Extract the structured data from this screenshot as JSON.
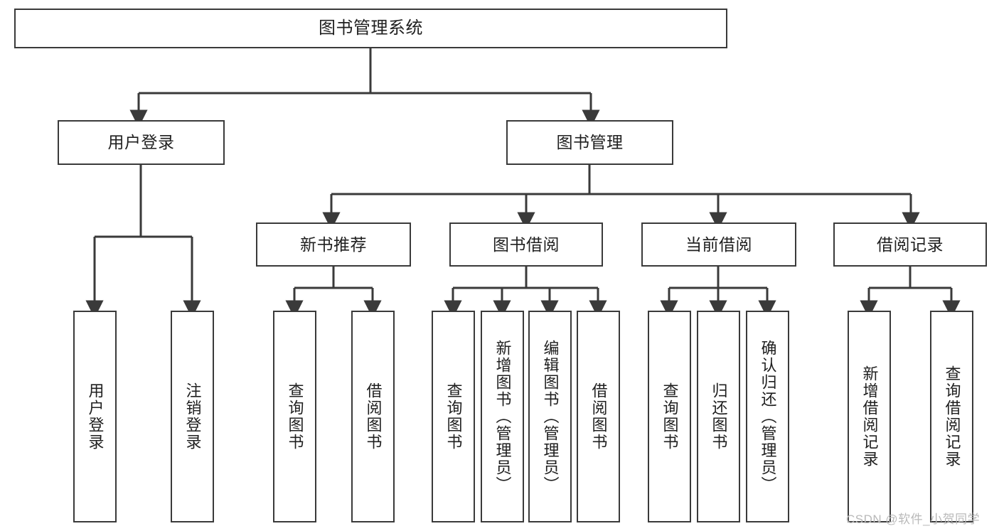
{
  "diagram": {
    "title": "图书管理系统",
    "watermark": "CSDN @软件_小贺同学",
    "colors": {
      "box_border": "#3a3a3a",
      "box_fill": "#ffffff",
      "edge": "#3a3a3a",
      "text": "#1f1f1f",
      "watermark": "#b9b9b9"
    },
    "nodes": {
      "root": "图书管理系统",
      "level2": {
        "user_login": "用户登录",
        "book_manage": "图书管理"
      },
      "level3": {
        "new_book_recommend": "新书推荐",
        "book_borrow": "图书借阅",
        "current_borrow": "当前借阅",
        "borrow_record": "借阅记录"
      },
      "leaves": {
        "user_login_children": [
          "用户登录",
          "注销登录"
        ],
        "new_book_recommend_children": [
          "查询图书",
          "借阅图书"
        ],
        "book_borrow_children": [
          "查询图书",
          "新增图书（管理员）",
          "编辑图书（管理员）",
          "借阅图书"
        ],
        "current_borrow_children": [
          "查询图书",
          "归还图书",
          "确认归还（管理员）"
        ],
        "borrow_record_children": [
          "新增借阅记录",
          "查询借阅记录"
        ]
      }
    }
  }
}
